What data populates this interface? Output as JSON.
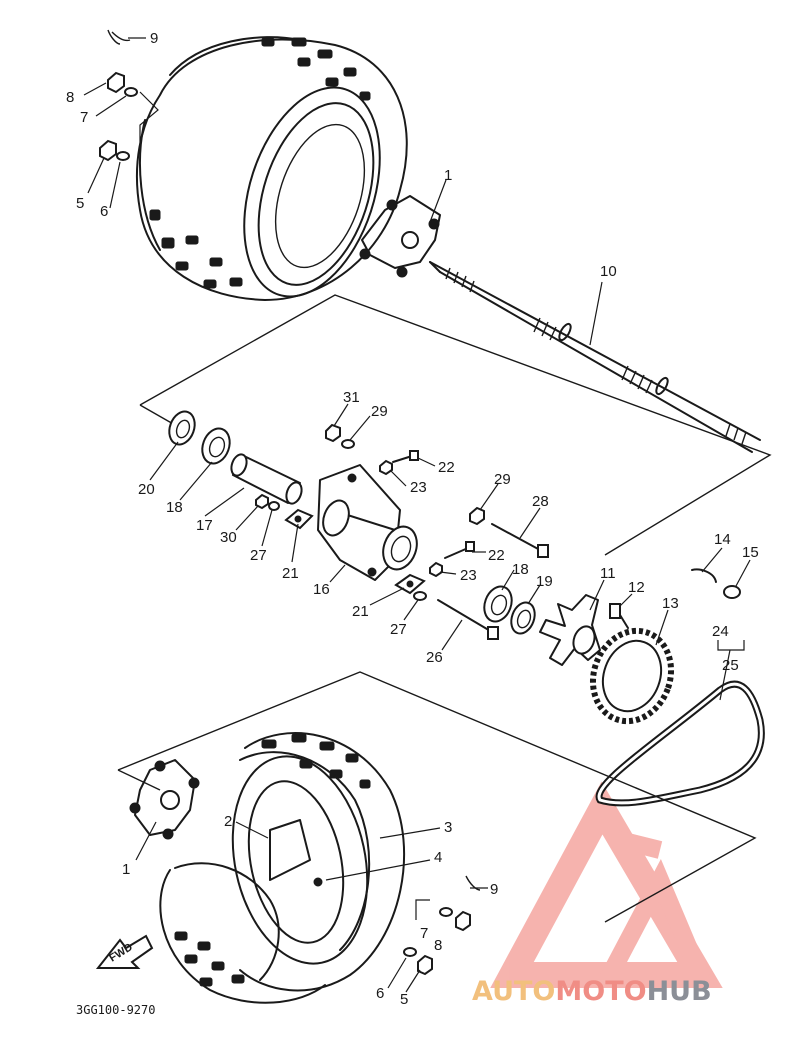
{
  "callouts": {
    "c9a": "9",
    "c8a": "8",
    "c7a": "7",
    "c5a": "5",
    "c6a": "6",
    "c1a": "1",
    "c10": "10",
    "c31": "31",
    "c29a": "29",
    "c22a": "22",
    "c23a": "23",
    "c20": "20",
    "c18a": "18",
    "c17": "17",
    "c30": "30",
    "c27a": "27",
    "c21a": "21",
    "c16": "16",
    "c29b": "29",
    "c28": "28",
    "c22b": "22",
    "c23b": "23",
    "c18b": "18",
    "c19": "19",
    "c21b": "21",
    "c27b": "27",
    "c26": "26",
    "c11": "11",
    "c12": "12",
    "c13": "13",
    "c14": "14",
    "c15": "15",
    "c24": "24",
    "c25": "25",
    "c2": "2",
    "c3": "3",
    "c1b": "1",
    "c4": "4",
    "c9b": "9",
    "c7b": "7",
    "c8b": "8",
    "c6b": "6",
    "c5b": "5"
  },
  "arrow_label": "FWD",
  "drawing_code": "3GG100-9270",
  "watermark": {
    "part1": "AUTO",
    "part2": "MOTO",
    "part3": "HUB"
  },
  "colors": {
    "ink": "#1a1a1a",
    "brand_orange": "#f2c07d",
    "brand_red": "#f08d85",
    "brand_gray": "#8b8f97"
  }
}
